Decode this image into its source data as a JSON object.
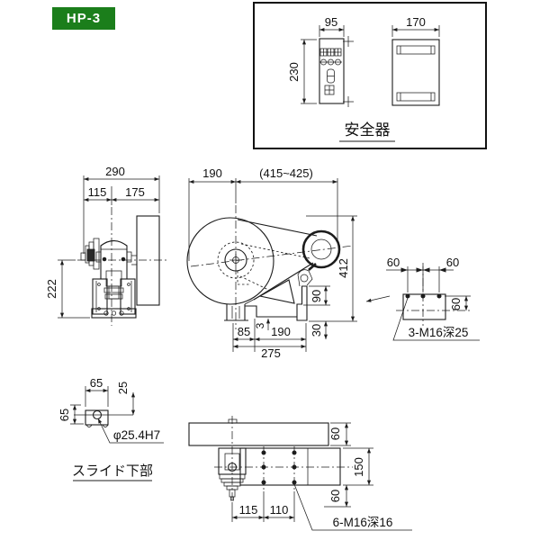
{
  "badge": {
    "label": "HP-3"
  },
  "colors": {
    "badge_bg": "#1b7e1b",
    "badge_fg": "#ffffff",
    "line": "#1c1c1c",
    "background": "#ffffff"
  },
  "safety_unit": {
    "title": "安全器",
    "front_width": "95",
    "front_height": "230",
    "side_width": "170"
  },
  "front_view": {
    "width_total": "290",
    "width_left": "115",
    "width_right": "175",
    "height_base": "222"
  },
  "side_view": {
    "depth_back": "190",
    "depth_front_range": "(415~425)",
    "height_total": "412",
    "dim_90": "90",
    "dim_30": "30",
    "dim_85": "85",
    "dim_3": "3",
    "dim_190_bottom": "190",
    "dim_275": "275"
  },
  "side_bolts": {
    "dim_60_left": "60",
    "dim_60_right": "60",
    "dim_60_vert": "60",
    "note": "3-M16深25"
  },
  "slide_bottom": {
    "title": "スライド下部",
    "dim_65_top": "65",
    "dim_25": "25",
    "dim_65_left": "65",
    "hole_note": "φ25.4H7"
  },
  "bottom_view": {
    "dim_60_top": "60",
    "dim_150": "150",
    "dim_60_bottom": "60",
    "dim_115": "115",
    "dim_110": "110",
    "note": "6-M16深16"
  }
}
